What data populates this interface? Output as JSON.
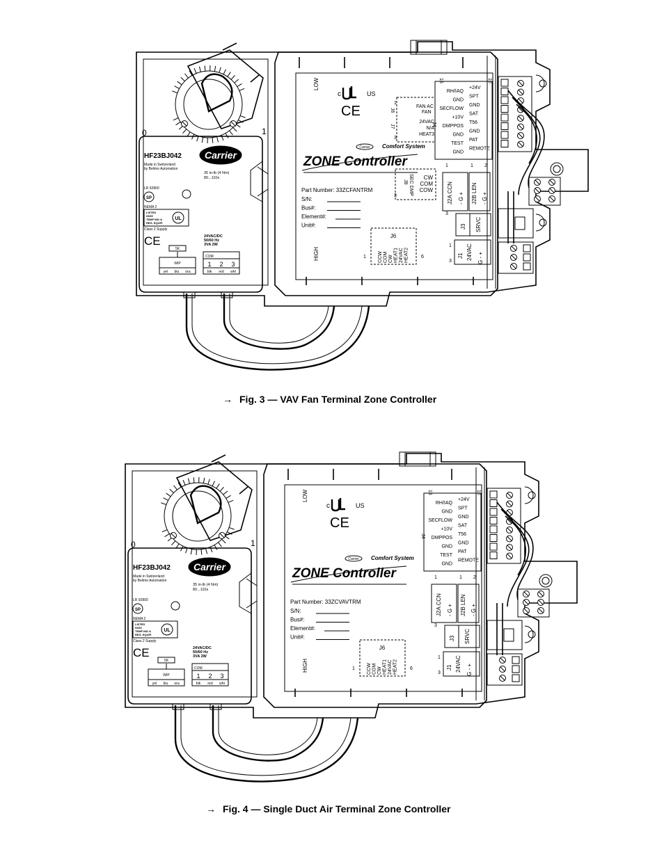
{
  "figures": [
    {
      "caption": "Fig. 3 — VAV Fan Terminal Zone Controller",
      "arrow": "→",
      "actuator": {
        "model": "HF23BJ042",
        "brand": "Carrier",
        "made_in": "Made in Switzerland",
        "made_by": "by Belimo Automation",
        "torque": "35 in-lb (4 Nm)",
        "timing": "80...110s",
        "lr": "LR 92800",
        "nema": "NEMA 2",
        "listed": [
          "LISTED",
          "94D5",
          "TEMP IND &",
          "REG. EQUIP."
        ],
        "class": "Class 2 Supply",
        "ce": "CE",
        "power": [
          "24VAC/DC",
          "50/60 Hz",
          "3VA  2W"
        ],
        "pot_label": "5K",
        "wip": "WIP",
        "pot_wires": [
          "yel",
          "blu",
          "ora"
        ],
        "com": "COM",
        "terms": [
          "1",
          "2",
          "3"
        ],
        "term_wires": [
          "blk",
          "red",
          "wht"
        ],
        "dial_zero": "0",
        "dial_one": "1"
      },
      "controller": {
        "title": "ZONE Controller",
        "comfort": "Comfort System",
        "low": "LOW",
        "high": "HIGH",
        "ul_c": "c",
        "ul_us": "US",
        "ce": "CE",
        "part_number": "Part Number: 33ZCFANTRM",
        "fields": [
          "S/N:",
          "Bus#:",
          "Element#:",
          "Unit#:"
        ],
        "pin15": "15",
        "pin16": "16",
        "j4": "J4",
        "j4_left": [
          "RH/IAQ",
          "GND",
          "SECFLOW",
          "+10V",
          "DMPPOS",
          "GND",
          "TEST",
          "GND"
        ],
        "j4_right": [
          "+24V",
          "SPT",
          "GND",
          "SAT",
          "T56",
          "GND",
          "PAT",
          "REMOTE"
        ],
        "j6_fan": "J6",
        "fan_ac": [
          "FAN AC",
          "FAN"
        ],
        "j7": "J7",
        "heat3": [
          "24VAC",
          "N/A",
          "HEAT3"
        ],
        "j8": "J8",
        "sec_dmp": "SEC DMP",
        "j8_pins": [
          "CW",
          "COM",
          "COW"
        ],
        "j2a": "J2A CCN",
        "j2a_pins": "-  G  +",
        "j2b": "J2B LEN",
        "j2b_pins": "-  G  +",
        "j3": "J3",
        "srvc": "SRVC",
        "j1": "J1",
        "j1_label": "24VAC",
        "j1_pins": "G  -  +",
        "j6": "J6",
        "j6_pins": [
          "CCW",
          "COM",
          "CW",
          "HEAT1",
          "24VAC",
          "HEAT2"
        ],
        "n1": "1",
        "n2": "2",
        "n3": "3",
        "n6": "6"
      }
    },
    {
      "caption": "Fig. 4 — Single Duct Air Terminal Zone Controller",
      "arrow": "→",
      "actuator": {
        "model": "HF23BJ042",
        "brand": "Carrier",
        "made_in": "Made in Switzerland",
        "made_by": "by Belimo Automation",
        "torque": "35 in-lb (4 Nm)",
        "timing": "80...110s",
        "lr": "LR 92800",
        "nema": "NEMA 2",
        "listed": [
          "LISTED",
          "94D5",
          "TEMP IND &",
          "REG. EQUIP."
        ],
        "class": "Class 2 Supply",
        "ce": "CE",
        "power": [
          "24VAC/DC",
          "50/60 Hz",
          "3VA  2W"
        ],
        "pot_label": "5K",
        "wip": "WIP",
        "pot_wires": [
          "yel",
          "blu",
          "ora"
        ],
        "com": "COM",
        "terms": [
          "1",
          "2",
          "3"
        ],
        "term_wires": [
          "blk",
          "red",
          "wht"
        ],
        "dial_zero": "0",
        "dial_one": "1"
      },
      "controller": {
        "title": "ZONE Controller",
        "comfort": "Comfort System",
        "low": "LOW",
        "high": "HIGH",
        "ul_c": "c",
        "ul_us": "US",
        "ce": "CE",
        "part_number": "Part Number: 33ZCVAVTRM",
        "fields": [
          "S/N:",
          "Bus#:",
          "Element#:",
          "Unit#:"
        ],
        "pin15": "15",
        "pin16": "16",
        "j4": "J4",
        "j4_left": [
          "RH/IAQ",
          "GND",
          "SECFLOW",
          "+10V",
          "DMPPOS",
          "GND",
          "TEST",
          "GND"
        ],
        "j4_right": [
          "+24V",
          "SPT",
          "GND",
          "SAT",
          "T56",
          "GND",
          "PAT",
          "REMOTE"
        ],
        "j2a": "J2A CCN",
        "j2a_pins": "-  G  +",
        "j2b": "J2B LEN",
        "j2b_pins": "-  G  +",
        "j3": "J3",
        "srvc": "SRVC",
        "j1": "J1",
        "j1_label": "24VAC",
        "j1_pins": "G  -  +",
        "j6": "J6",
        "j6_pins": [
          "CCW",
          "COM",
          "CW",
          "HEAT1",
          "24VAC",
          "HEAT2"
        ],
        "n1": "1",
        "n2": "2",
        "n3": "3",
        "n6": "6"
      }
    }
  ]
}
